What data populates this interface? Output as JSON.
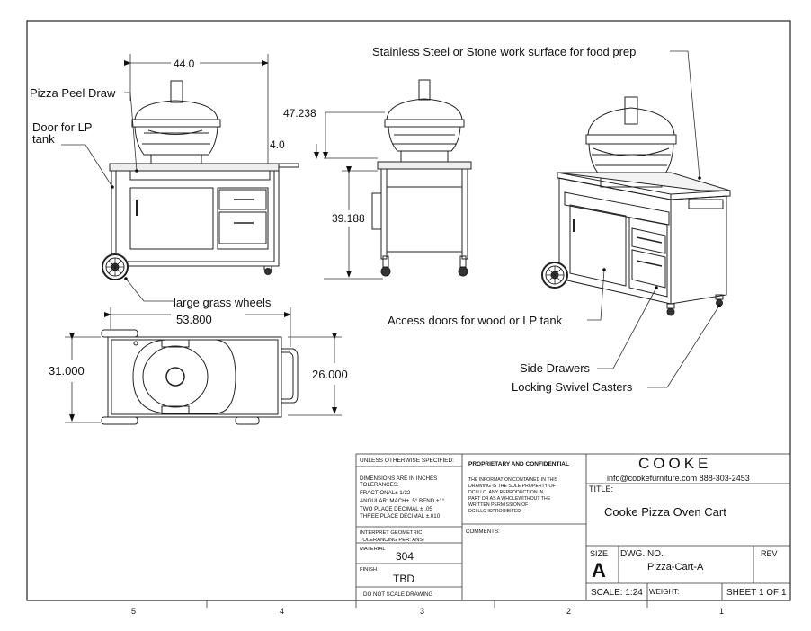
{
  "callouts": {
    "work_surface": "Stainless Steel or Stone work surface for food prep",
    "peel_draw": "Pizza Peel Draw",
    "door_lp_line1": "Door for LP",
    "door_lp_line2": "tank",
    "grass_wheels": "large grass wheels",
    "access_doors": "Access doors for wood or LP tank",
    "side_drawers": "Side Drawers",
    "casters": "Locking Swivel Casters"
  },
  "dimensions": {
    "front_width": "44.0",
    "side_height_total": "47.238",
    "side_offset": "4.0",
    "side_height": "39.188",
    "top_length": "53.800",
    "top_depth_left": "31.000",
    "top_depth_right": "26.000"
  },
  "title_block": {
    "unless": "UNLESS OTHERWISE SPECIFIED:",
    "dims_inches": "DIMENSIONS ARE IN INCHES",
    "tolerances": "TOLERANCES:",
    "fractional": "FRACTIONAL± 1/32",
    "angular": "ANGULAR: MACH± .5° BEND ±1°",
    "two_place": "TWO PLACE DECIMAL    ± .05",
    "three_place": "THREE PLACE DECIMAL  ±.010",
    "interpret_line1": "INTERPRET GEOMETRIC",
    "interpret_line2": "TOLERANCING PER: ANSI",
    "material_label": "MATERIAL",
    "material_value": "304",
    "finish_label": "FINISH",
    "finish_value": "TBD",
    "no_scale": "DO NOT SCALE DRAWING",
    "proprietary": "PROPRIETARY AND CONFIDENTIAL",
    "prop_line1": "THE INFORMATION CONTAINED IN THIS",
    "prop_line2": "DRAWING IS THE SOLE PROPERTY OF",
    "prop_line3": "DCI LLC.  ANY REPRODUCTION IN",
    "prop_line4": "PART OR AS A WHOLEWITHOUT THE",
    "prop_line5": "WRITTEN PERMISSION OF",
    "prop_line6": "DCI LLC ISPROHIBITED.",
    "comments": "COMMENTS:",
    "logo": "COOKE",
    "contact": "info@cookefurniture.com 888-303-2453",
    "title_label": "TITLE:",
    "title_value": "Cooke Pizza Oven Cart",
    "size_label": "SIZE",
    "size_value": "A",
    "dwg_label": "DWG.  NO.",
    "dwg_value": "Pizza-Cart-A",
    "rev_label": "REV",
    "scale": "SCALE: 1:24",
    "weight": "WEIGHT:",
    "sheet": "SHEET 1 OF 1"
  },
  "zones": [
    "5",
    "4",
    "3",
    "2",
    "1"
  ]
}
